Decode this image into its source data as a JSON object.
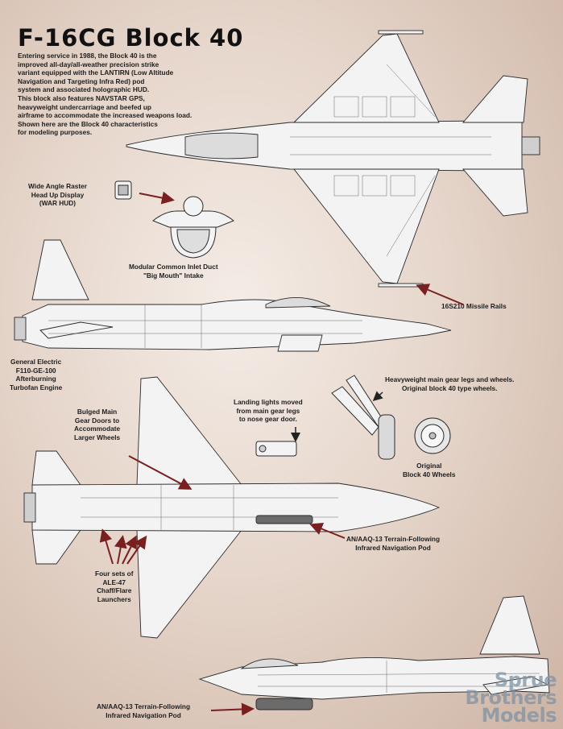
{
  "title": "F-16CG Block 40",
  "intro_lines": [
    "Entering service in 1988, the Block 40 is the",
    "improved all-day/all-weather precision strike",
    "variant equipped with the LANTIRN (Low Altitude",
    "Navigation and Targeting Infra Red) pod",
    "system and associated holographic HUD.",
    "This block also features NAVSTAR GPS,",
    "heavyweight undercarriage and beefed up",
    "airframe to accommodate the increased weapons load.",
    "Shown here are the Block 40 characteristics",
    "for modeling purposes."
  ],
  "labels": {
    "hud": [
      "Wide Angle Raster",
      "Head Up Display",
      "(WAR HUD)"
    ],
    "inlet": [
      "Modular Common Inlet Duct",
      "\"Big Mouth\" Intake"
    ],
    "rails": [
      "16S210 Missile Rails"
    ],
    "engine": [
      "General Electric",
      "F110-GE-100",
      "Afterburning",
      "Turbofan Engine"
    ],
    "gear": [
      "Heavyweight main gear legs and wheels.",
      "Original block 40 type wheels."
    ],
    "lights": [
      "Landing lights moved",
      "from main gear legs",
      "to nose gear door."
    ],
    "doors": [
      "Bulged Main",
      "Gear Doors to",
      "Accommodate",
      "Larger Wheels"
    ],
    "wheels": [
      "Original",
      "Block 40 Wheels"
    ],
    "pod_top": [
      "AN/AAQ-13 Terrain-Following",
      "Infrared Navigation Pod"
    ],
    "chaff": [
      "Four sets of",
      "ALE-47",
      "Chaff/Flare",
      "Launchers"
    ],
    "pod_bottom": [
      "AN/AAQ-13 Terrain-Following",
      "Infrared Navigation Pod"
    ]
  },
  "watermark": [
    "Sprue",
    "Brothers",
    "Models"
  ],
  "colors": {
    "arrow": "#7a1f1f",
    "outline": "#2a2a2a",
    "airframe": "#f3f3f3",
    "pod": "#6b6b6b"
  }
}
